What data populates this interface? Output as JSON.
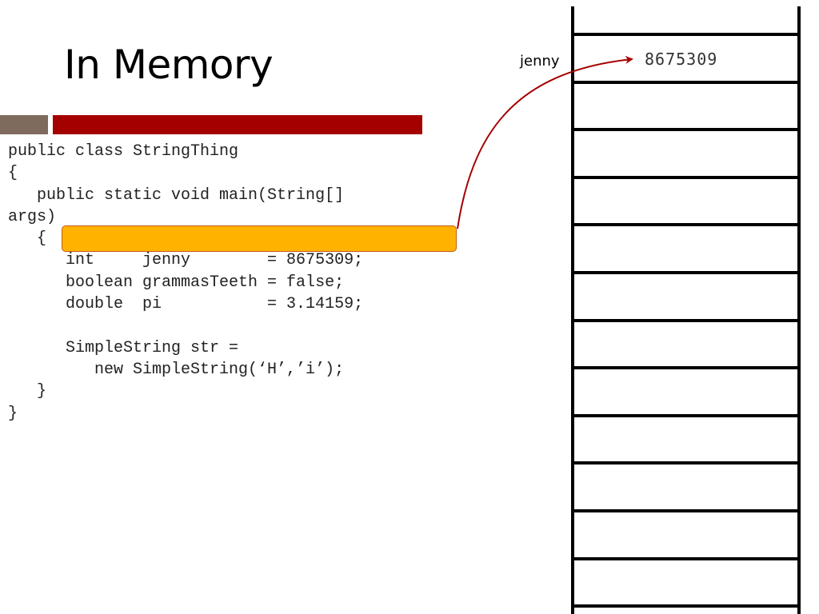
{
  "slide": {
    "title": "In Memory"
  },
  "code": {
    "lines": [
      "public class StringThing",
      "{",
      "   public static void main(String[]",
      "args)",
      "   {",
      "      int     jenny        = 8675309;",
      "      boolean grammasTeeth = false;",
      "      double  pi           = 3.14159;",
      "",
      "      SimpleString str =",
      "         new SimpleString(‘H’,’i’);",
      "   }",
      "}"
    ]
  },
  "memory": {
    "variable_label": "jenny",
    "stored_value": "8675309",
    "cells": 13
  },
  "colors": {
    "accent_bar": "#a50000",
    "accent_bar_small": "#7f6b5d",
    "highlight_fill": "#ffb300",
    "highlight_border": "#c55a11",
    "arrow": "#a50000"
  }
}
